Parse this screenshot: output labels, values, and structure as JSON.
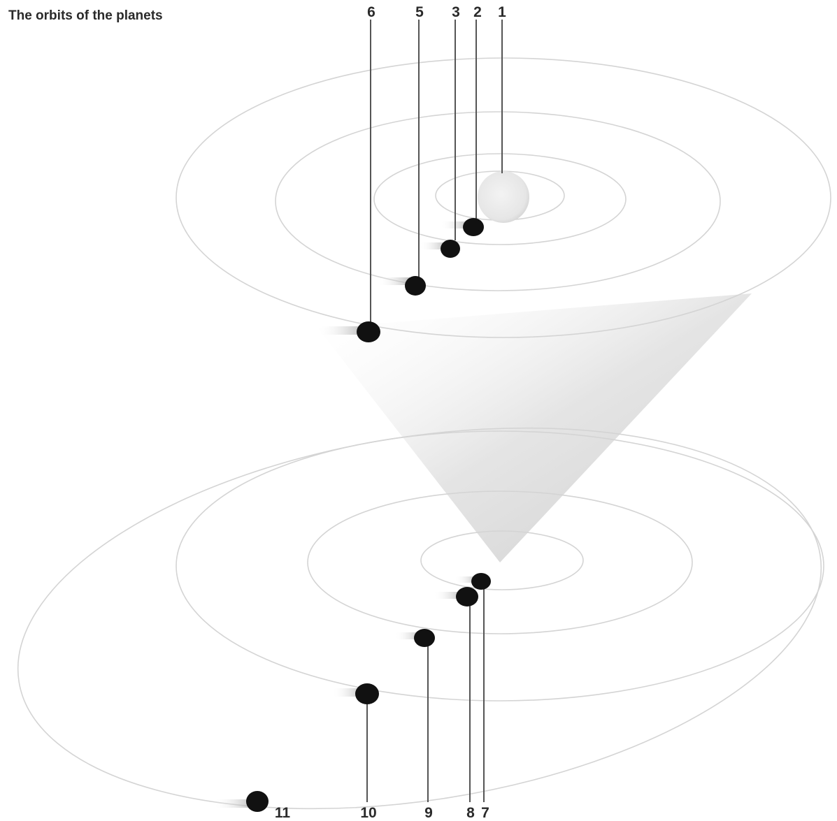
{
  "title": "The orbits of the planets",
  "labels": {
    "sun": "1",
    "p2": "2",
    "p3": "3",
    "p5": "5",
    "p6": "6",
    "p7": "7",
    "p8": "8",
    "p9": "9",
    "p10": "10",
    "p11": "11"
  },
  "colors": {
    "orbit": "#d4d4d4",
    "planet": "#111111",
    "sun": "#eeeeee",
    "leader": "#555555"
  }
}
